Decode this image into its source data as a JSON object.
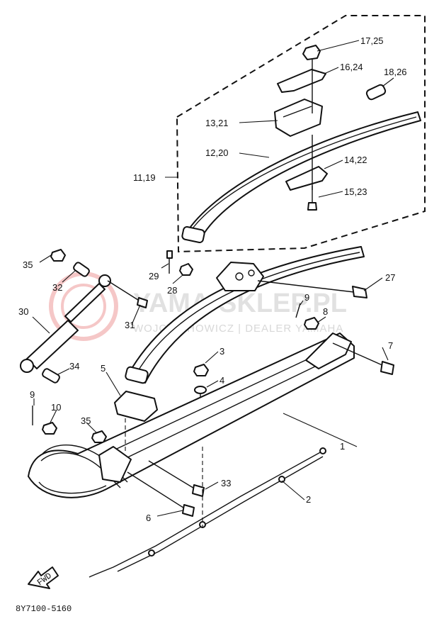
{
  "diagram": {
    "code": "8Y7100-5160",
    "fwd_label": "FWD",
    "watermark": {
      "title": "YAMA-SKLEP.PL",
      "subtitle": "WOJCIECHOWICZ | DEALER YAMAHA"
    },
    "callouts": {
      "c1": "1",
      "c2": "2",
      "c3": "3",
      "c4": "4",
      "c5": "5",
      "c6": "6",
      "c7": "7",
      "c8": "8",
      "c9a": "9",
      "c9b": "9",
      "c10": "10",
      "c11_19": "11,19",
      "c12_20": "12,20",
      "c13_21": "13,21",
      "c14_22": "14,22",
      "c15_23": "15,23",
      "c16_24": "16,24",
      "c17_25": "17,25",
      "c18_26": "18,26",
      "c27": "27",
      "c28": "28",
      "c29": "29",
      "c30": "30",
      "c31": "31",
      "c32": "32",
      "c33": "33",
      "c34": "34",
      "c35a": "35",
      "c35b": "35"
    }
  }
}
